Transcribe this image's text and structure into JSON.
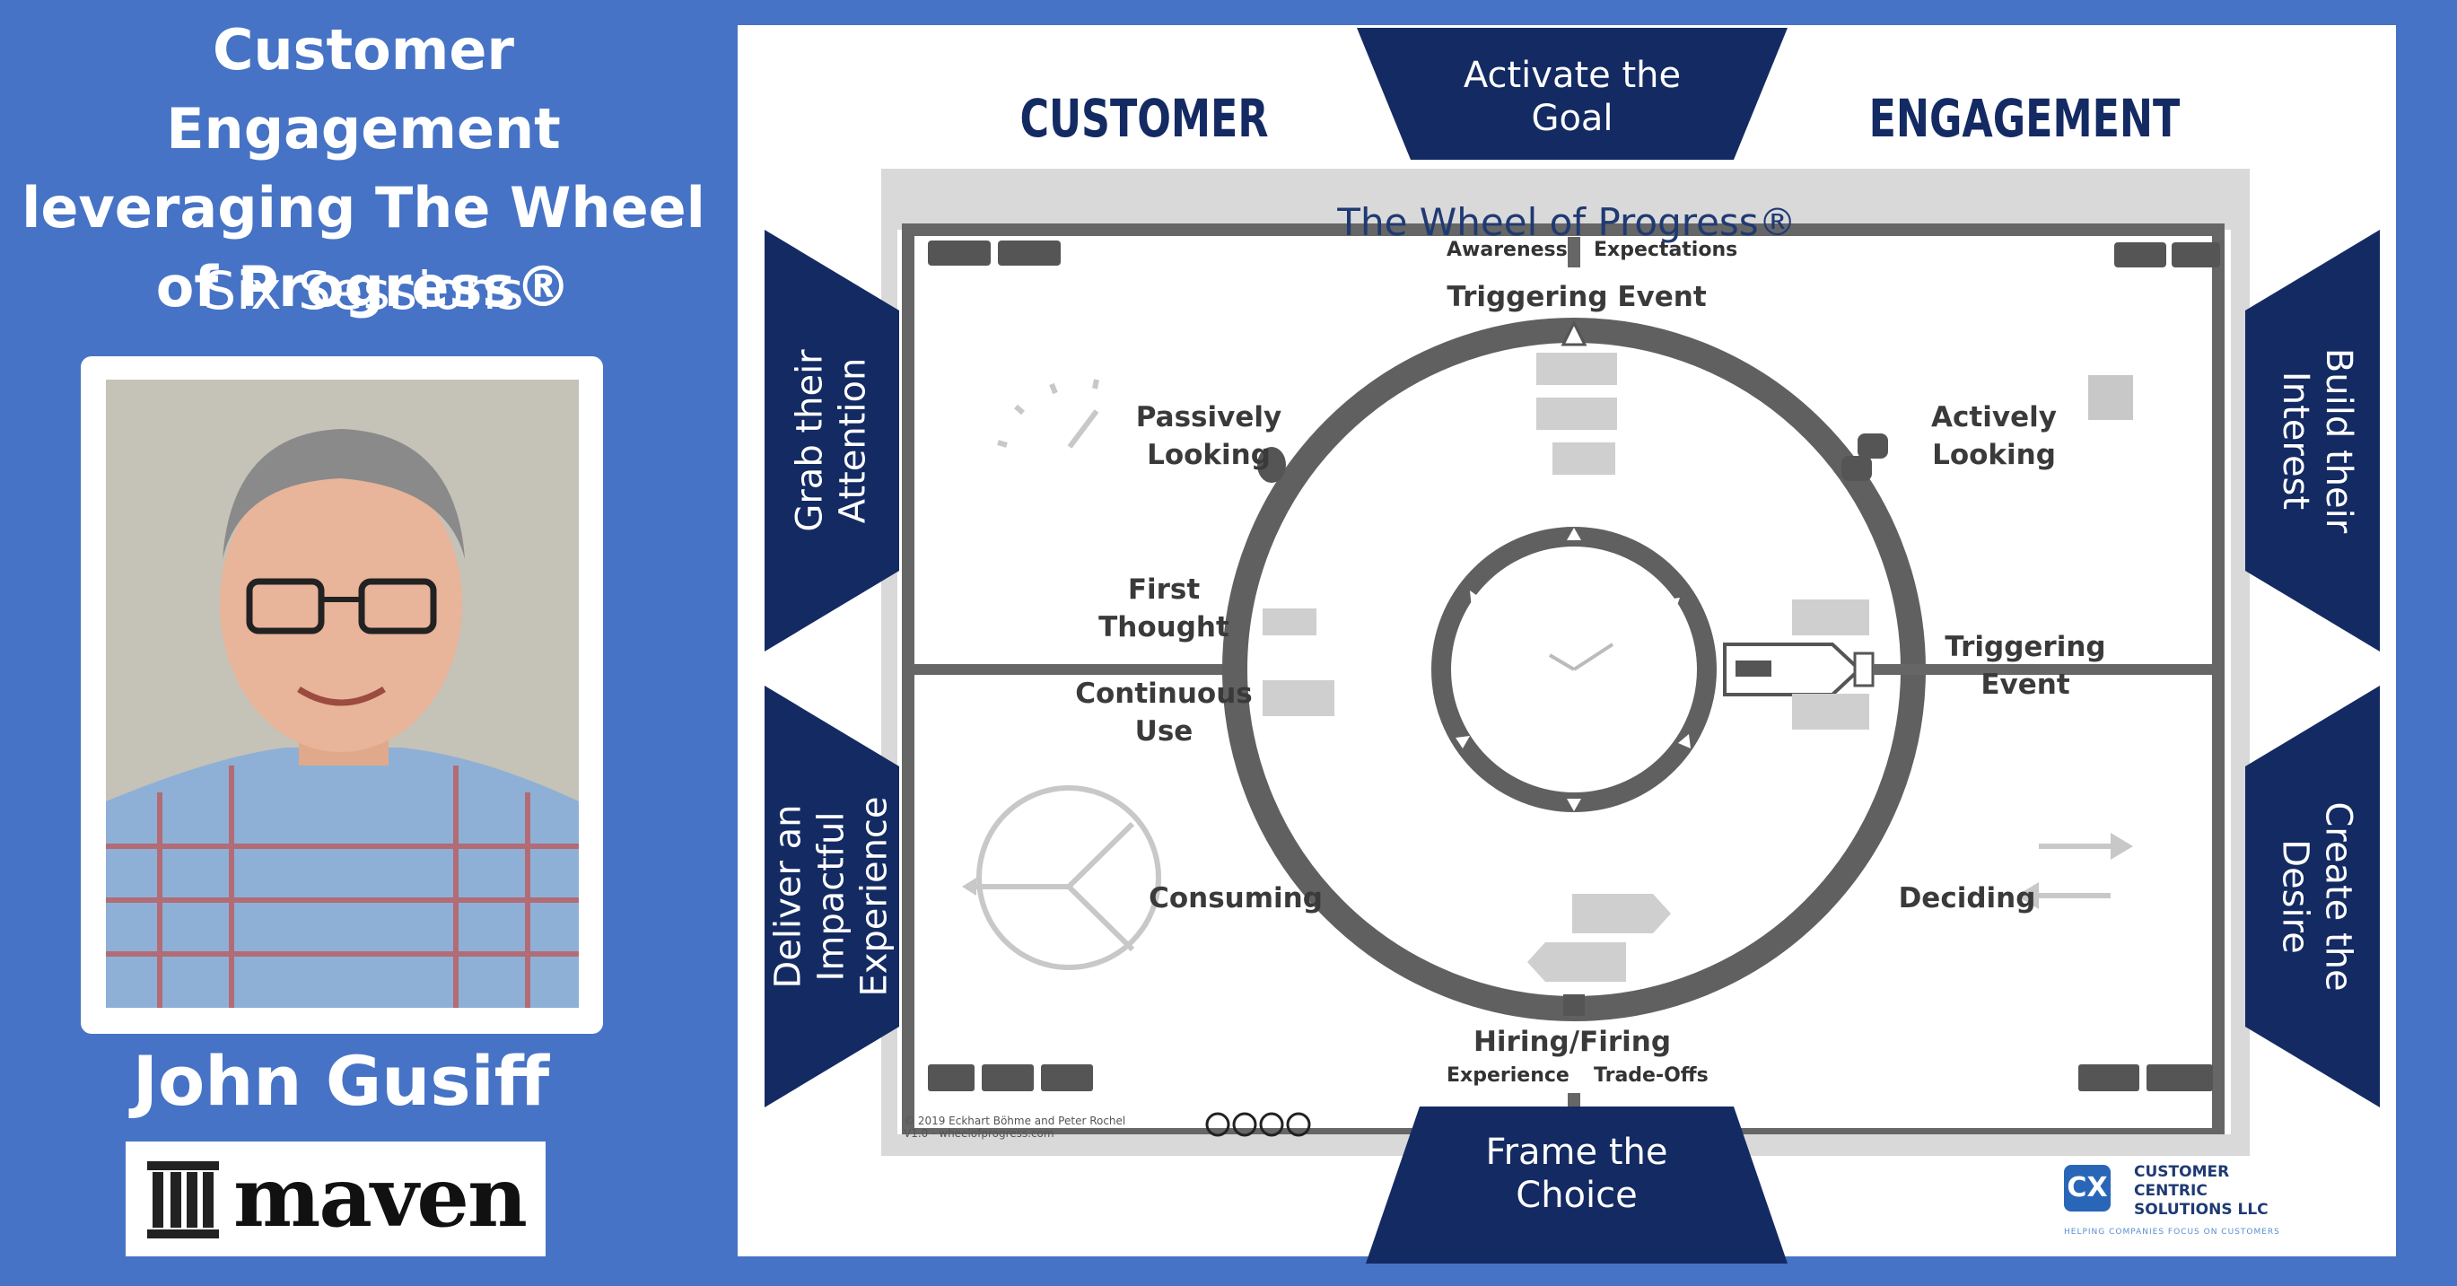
{
  "slide": {
    "title": "Customer Engagement leveraging The Wheel of Progress®",
    "subtitle": "Six Sessions",
    "presenter_name": "John Gusiff",
    "brand_logo_text": "maven"
  },
  "diagram": {
    "header_left": "CUSTOMER",
    "header_right": "ENGAGEMENT",
    "wheel_title": "The Wheel of Progress®",
    "tabs": {
      "top": [
        "Activate the",
        "Goal"
      ],
      "bottom": [
        "Frame the",
        "Choice"
      ],
      "left_top": [
        "Grab their",
        "Attention"
      ],
      "left_bottom": [
        "Deliver an",
        "Impactful",
        "Experience"
      ],
      "right_top": [
        "Build their",
        "Interest"
      ],
      "right_bottom": [
        "Create the",
        "Desire"
      ]
    },
    "edge_labels": {
      "awareness": "Awareness",
      "expectations": "Expectations",
      "experience": "Experience",
      "trade_offs": "Trade-Offs"
    },
    "stages": {
      "triggering_event_top": "Triggering Event",
      "passively_looking": [
        "Passively",
        "Looking"
      ],
      "actively_looking": [
        "Actively",
        "Looking"
      ],
      "first_thought": [
        "First",
        "Thought"
      ],
      "continuous_use": [
        "Continuous",
        "Use"
      ],
      "triggering_event_right": [
        "Triggering",
        "Event"
      ],
      "consuming": "Consuming",
      "deciding": "Deciding",
      "hiring_firing": "Hiring/Firing"
    },
    "footer": {
      "copyright": "© 2019 Eckhart Böhme and Peter Rochel",
      "version": "V1.0 - wheelofprogress.com"
    },
    "company": {
      "mark": "CX",
      "name": [
        "CUSTOMER",
        "CENTRIC",
        "SOLUTIONS LLC"
      ],
      "tagline": "HELPING COMPANIES FOCUS ON CUSTOMERS"
    },
    "colors": {
      "navy": "#142a63",
      "slide_blue": "#4673c5",
      "wheel_gray": "#606060"
    }
  }
}
